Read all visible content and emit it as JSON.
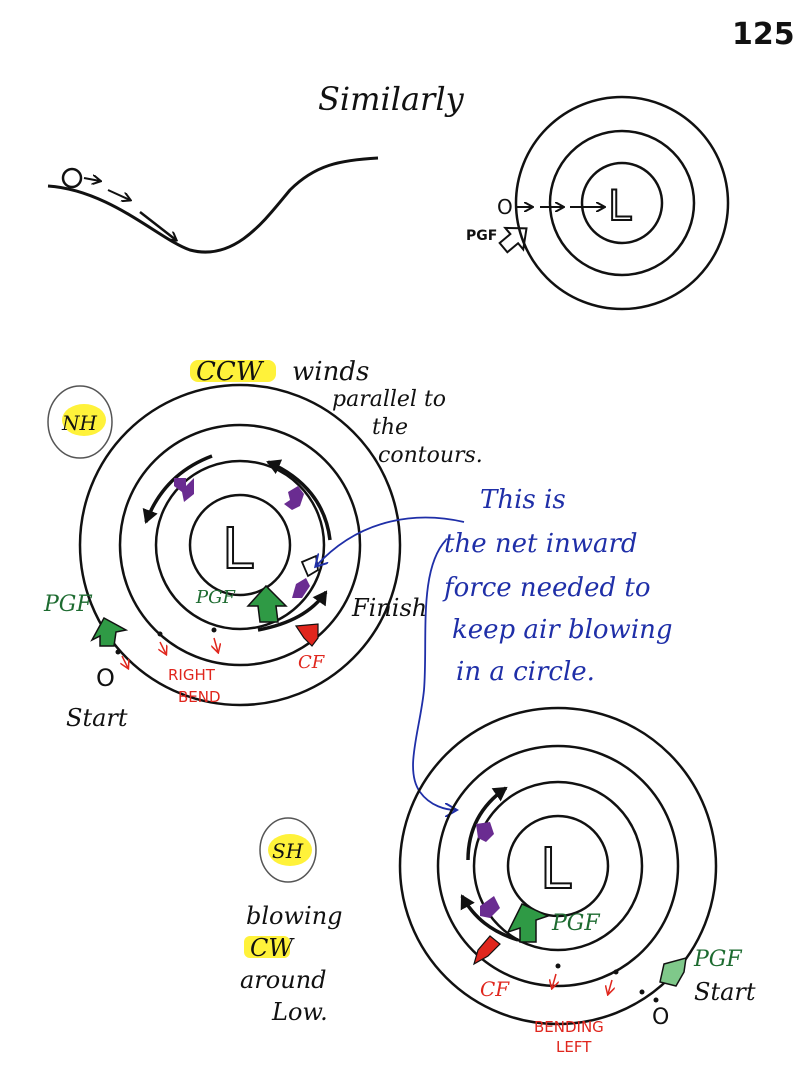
{
  "page_number": "125",
  "heading": "Similarly",
  "top_diagram": {
    "low_label": "L",
    "pgf_label": "PGF",
    "parcel_label": "O"
  },
  "nh_diagram": {
    "hemisphere_label": "NH",
    "ccw_label": "CCW",
    "description_lines": [
      "winds",
      "parallel to",
      "the",
      "contours."
    ],
    "low_label": "L",
    "pgf_outer_label": "PGF",
    "pgf_inner_label": "PGF",
    "cf_label": "CF",
    "start_label": "Start",
    "parcel_label": "O",
    "finish_label": "Finish",
    "right_bend_lines": [
      "RIGHT",
      "BEND"
    ]
  },
  "annotation": {
    "lines": [
      "This is",
      "the net inward",
      "force needed to",
      "keep air blowing",
      "in a circle."
    ]
  },
  "sh_diagram": {
    "hemisphere_label": "SH",
    "description_lines": [
      "blowing",
      "CW",
      "around",
      "Low."
    ],
    "low_label": "L",
    "pgf_inner_label": "PGF",
    "pgf_outer_label": "PGF",
    "cf_label": "CF",
    "start_label": "Start",
    "parcel_label": "O",
    "bending_left_lines": [
      "BENDING",
      "LEFT"
    ]
  },
  "colors": {
    "ink": "#111111",
    "pgf_green": "#2f9a45",
    "pgf_text": "#1d6b30",
    "cf_red": "#e0261d",
    "net_purple": "#6a2c91",
    "annotation_blue": "#1f2fa8",
    "highlight_yellow": "#fff23a"
  }
}
